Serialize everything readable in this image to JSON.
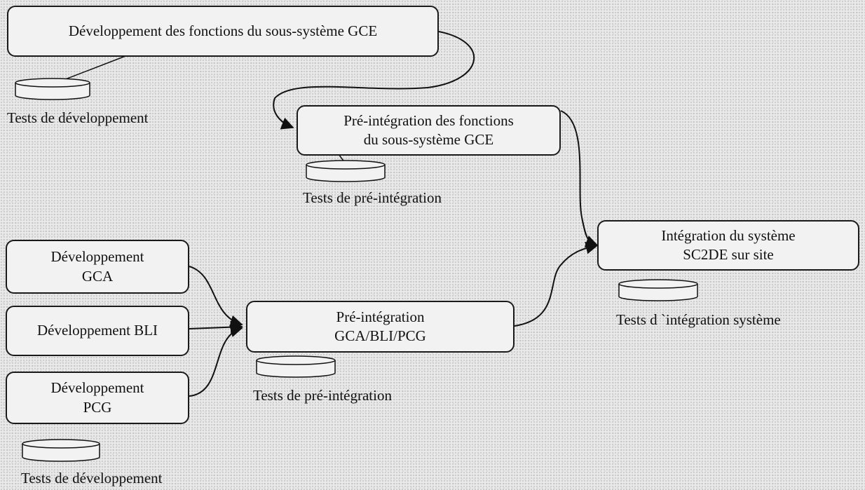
{
  "boxes": {
    "dev_gce": {
      "lines": [
        "Développement des fonctions du sous-système GCE"
      ]
    },
    "preint_gce": {
      "lines": [
        "Pré-intégration des fonctions",
        "du sous-système GCE"
      ]
    },
    "integration": {
      "lines": [
        "Intégration du système",
        "SC2DE sur site"
      ]
    },
    "dev_gca": {
      "lines": [
        "Développement",
        "GCA"
      ]
    },
    "dev_bli": {
      "lines": [
        "Développement BLI"
      ]
    },
    "dev_pcg": {
      "lines": [
        "Développement",
        "PCG"
      ]
    },
    "preint_gca": {
      "lines": [
        "Pré-intégration",
        "GCA/BLI/PCG"
      ]
    }
  },
  "captions": {
    "tests_dev_top": "Tests de développement",
    "tests_preint_gce": "Tests de pré-intégration",
    "tests_integration": "Tests d `intégration système",
    "tests_preint_gca": "Tests de pré-intégration",
    "tests_dev_bottom": "Tests de développement"
  }
}
